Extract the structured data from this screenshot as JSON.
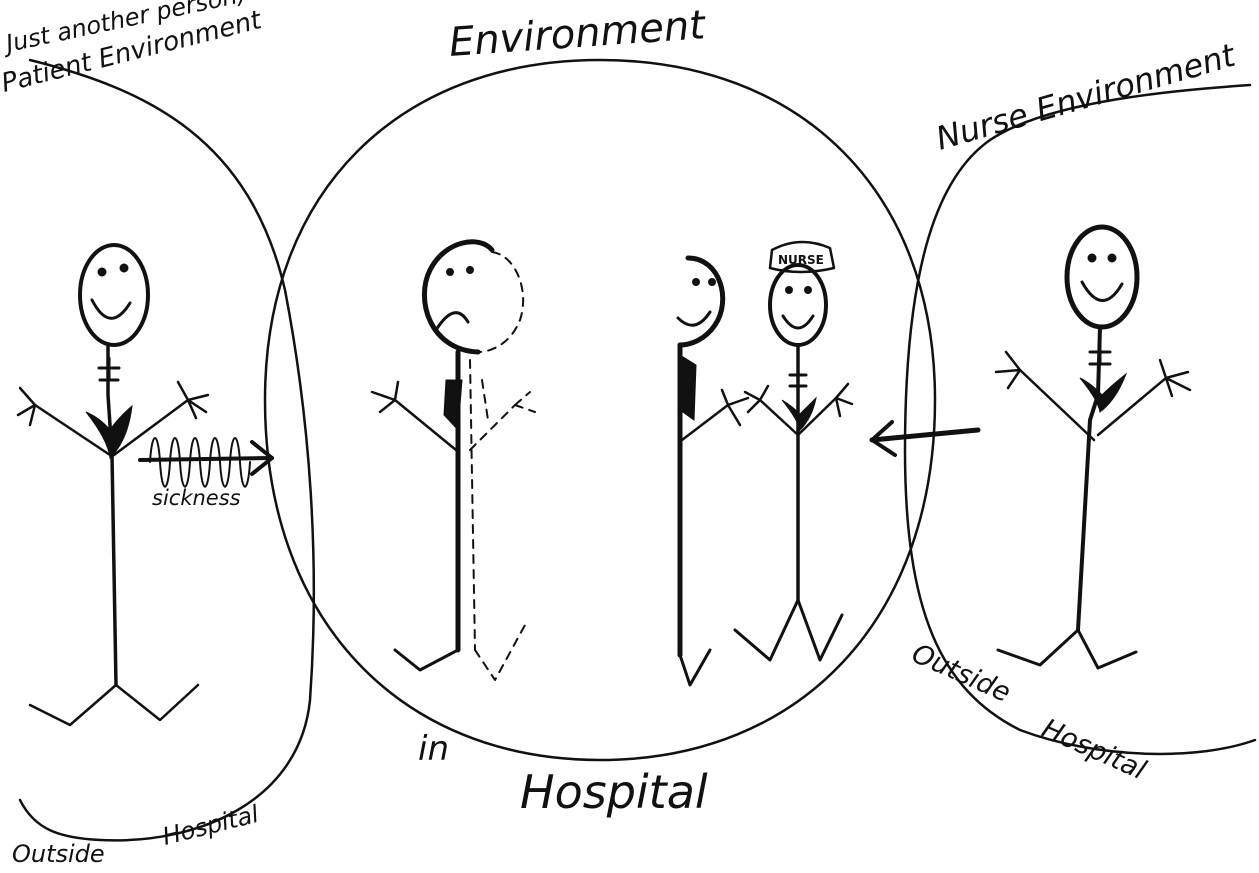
{
  "labels": {
    "patient_line1": "Just another person)",
    "patient_line2": "Patient Environment",
    "center_title": "Environment",
    "nurse_title": "Nurse Environment",
    "sickness": "sickness",
    "in_word": "in",
    "hospital_word": "Hospital",
    "left_outside": "Outside",
    "left_hospital": "Hospital",
    "right_outside": "Outside",
    "right_hospital": "Hospital",
    "nurse_cap": "NURSE"
  },
  "colors": {
    "ink": "#111111",
    "background": "#ffffff"
  }
}
